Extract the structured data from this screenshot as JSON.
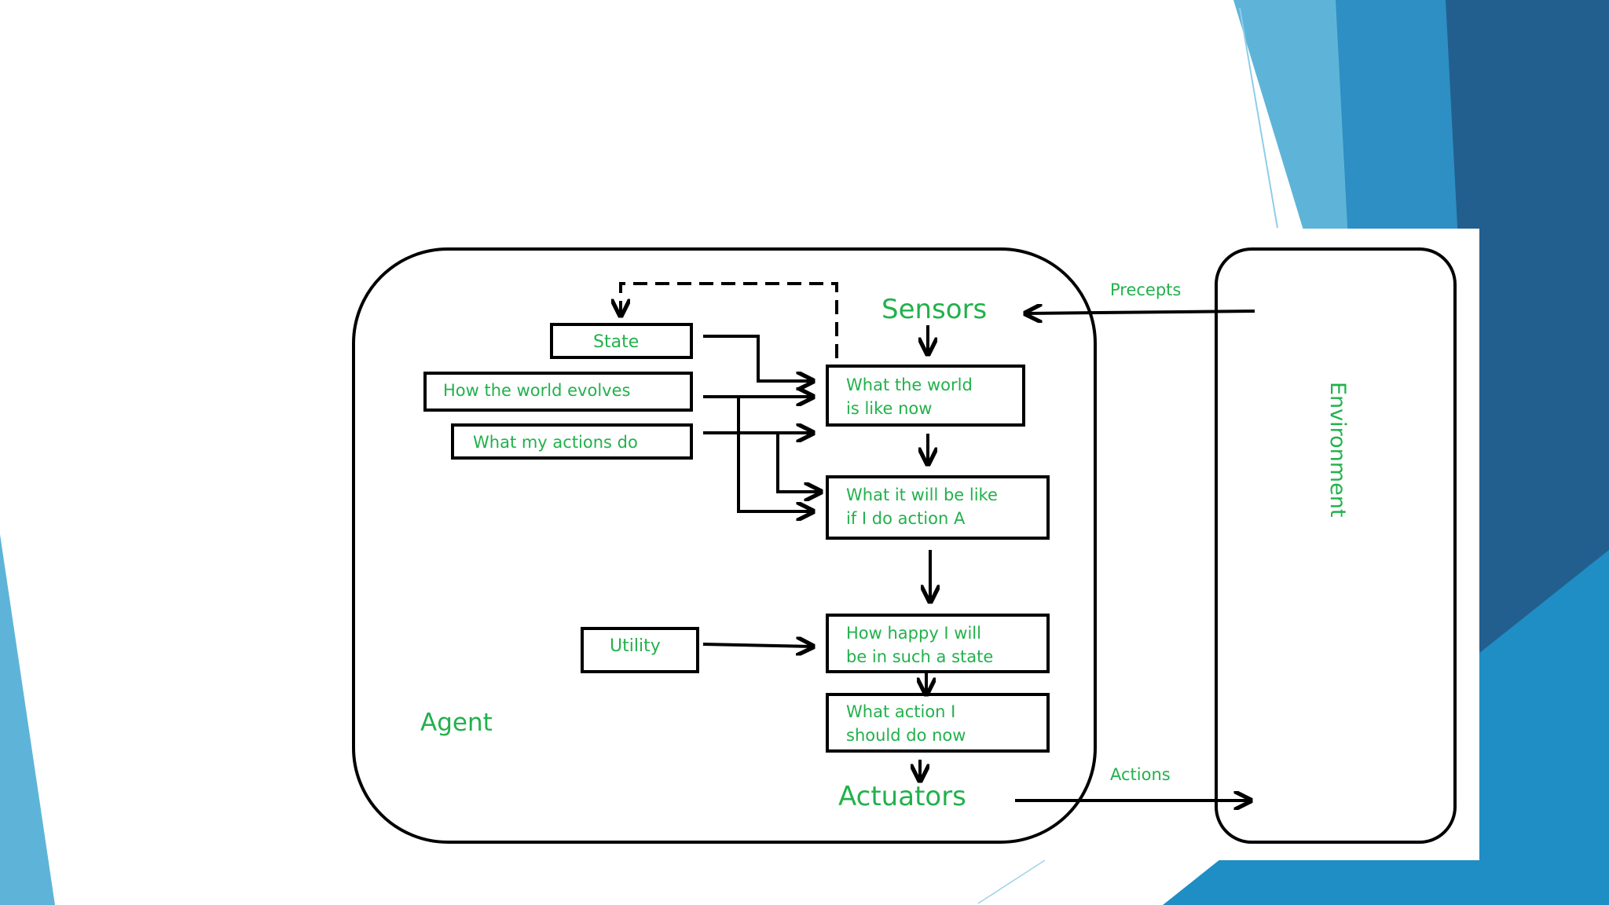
{
  "colors": {
    "label_green": "#22b14c",
    "line_black": "#000000",
    "accent_light": "#5eb4d8",
    "accent_mid": "#2d8fc3",
    "accent_dark": "#225f8f"
  },
  "diagram": {
    "agent_label": "Agent",
    "sensors": "Sensors",
    "actuators": "Actuators",
    "precepts": "Precepts",
    "actions": "Actions",
    "environment": "Environment",
    "state": "State",
    "world_evolves": "How the world evolves",
    "actions_do": "What my actions do",
    "utility": "Utility",
    "world_now": [
      "What the world",
      "is like now"
    ],
    "action_a": [
      "What it will be like",
      "if I do action A"
    ],
    "happy": [
      "How happy I will",
      "be in such a state"
    ],
    "action_now": [
      "What action I",
      "should do now"
    ]
  }
}
